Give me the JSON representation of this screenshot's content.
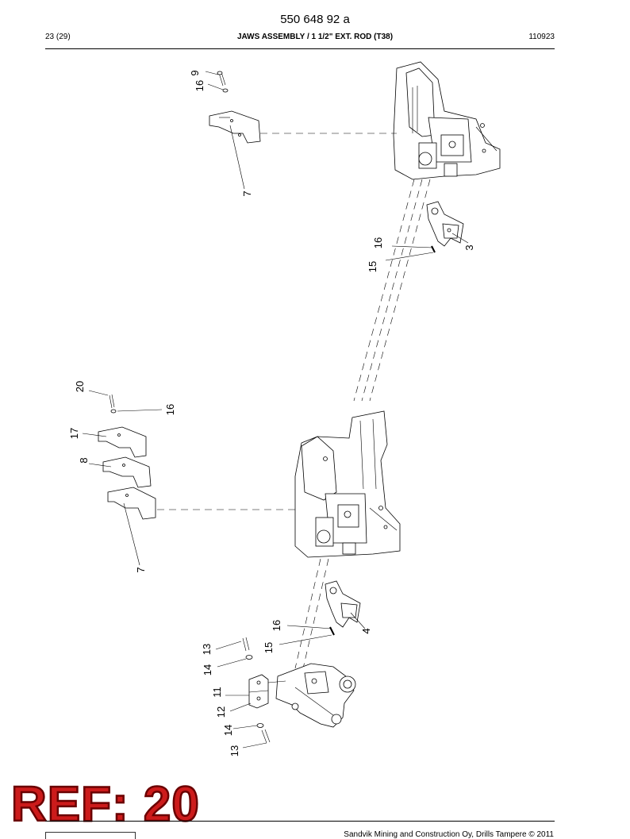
{
  "header": {
    "doc_number": "550 648 92 a",
    "page_info": "23 (29)",
    "title": "JAWS ASSEMBLY / 1 1/2\" EXT. ROD (T38)",
    "date_code": "110923"
  },
  "stamp": {
    "text": "REF: 20",
    "color": "#cc1b1b"
  },
  "footer": {
    "copyright": "Sandvik Mining and Construction Oy, Drills Tampere © 2011"
  },
  "callouts": {
    "c9": "9",
    "c16a": "16",
    "c7a": "7",
    "c16b": "16",
    "c15a": "15",
    "c3": "3",
    "c20": "20",
    "c16c": "16",
    "c17": "17",
    "c8": "8",
    "c7b": "7",
    "c16d": "16",
    "c15b": "15",
    "c4": "4",
    "c13a": "13",
    "c14a": "14",
    "c11": "11",
    "c12": "12",
    "c14b": "14",
    "c13b": "13"
  }
}
